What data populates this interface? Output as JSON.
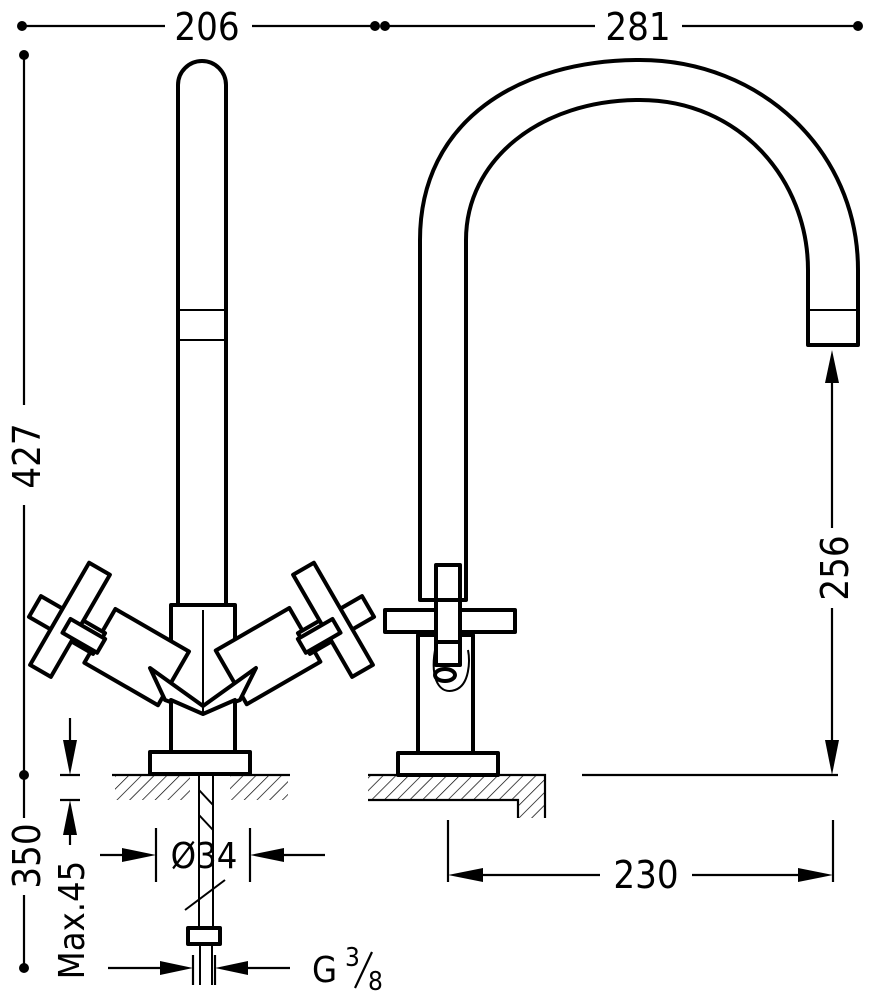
{
  "dimensions": {
    "top_left_width": "206",
    "top_right_width": "281",
    "overall_height": "427",
    "spout_clearance": "256",
    "deck_to_bottom": "350",
    "max_deck_thickness": "Max.45",
    "hole_diameter": "Ø34",
    "spout_reach": "230",
    "thread_prefix": "G",
    "thread_numerator": "3",
    "thread_denominator": "8"
  }
}
